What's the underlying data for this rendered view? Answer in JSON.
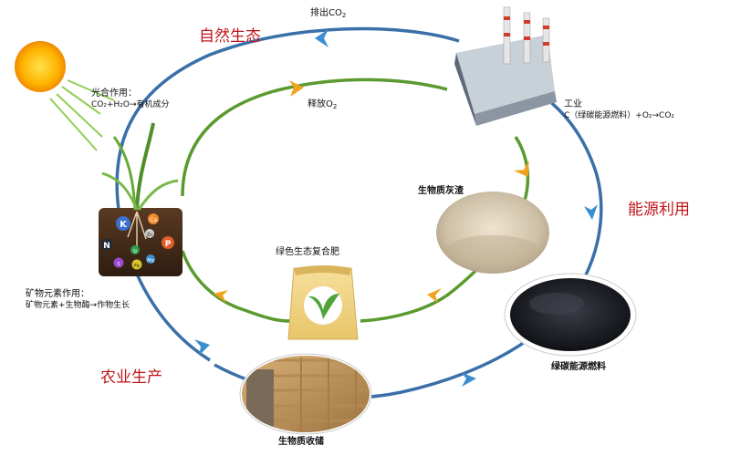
{
  "sections": {
    "nature": "自然生态",
    "energy": "能源利用",
    "agriculture": "农业生产"
  },
  "labels": {
    "co2_out_main": "排出CO",
    "co2_out_sub": "2",
    "o2_release_main": "释放O",
    "o2_release_sub": "2",
    "photosynthesis_title": "光合作用：",
    "photosynthesis_eq": "CO₂+H₂O→有机成分",
    "industry_title": "工业",
    "industry_eq": "C（绿碳能源燃料）+O₂→CO₂",
    "biomass_ash": "生物质灰渣",
    "fertilizer": "绿色生态复合肥",
    "mineral_title": "矿物元素作用：",
    "mineral_eq": "矿物元素+生物酶→作物生长",
    "green_fuel": "绿碳能源燃料",
    "biomass_harvest": "生物质收储"
  },
  "soil_elements": [
    "K",
    "Ca",
    "N",
    "P",
    "Si",
    "S",
    "Fe",
    "Mg",
    "Zn"
  ],
  "colors": {
    "outer_cycle": "#3a6fa8",
    "inner_cycle": "#5a9a2e",
    "arrow_orange": "#f2a21c",
    "arrow_blue": "#3b8ed0",
    "section_red": "#c0141b"
  }
}
